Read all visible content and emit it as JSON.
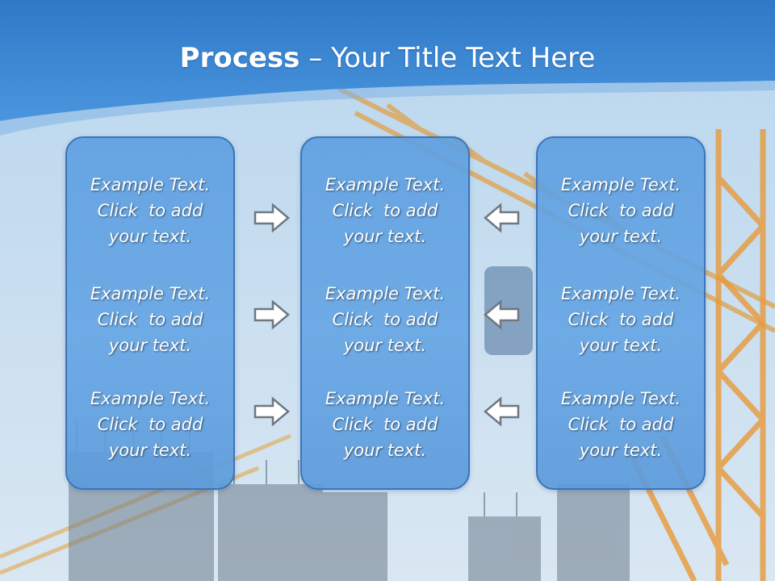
{
  "slide": {
    "title_bold": "Process",
    "title_sep": " – ",
    "title_rest": "Your Title Text Here"
  },
  "panels": [
    {
      "items": [
        {
          "line1": "Example Text.",
          "line2": "Click  to add",
          "line3": "your text."
        },
        {
          "line1": "Example Text.",
          "line2": "Click  to add",
          "line3": "your text."
        },
        {
          "line1": "Example Text.",
          "line2": "Click  to add",
          "line3": "your text."
        }
      ]
    },
    {
      "items": [
        {
          "line1": "Example Text.",
          "line2": "Click  to add",
          "line3": "your text."
        },
        {
          "line1": "Example Text.",
          "line2": "Click  to add",
          "line3": "your text."
        },
        {
          "line1": "Example Text.",
          "line2": "Click  to add",
          "line3": "your text."
        }
      ]
    },
    {
      "items": [
        {
          "line1": "Example Text.",
          "line2": "Click  to add",
          "line3": "your text."
        },
        {
          "line1": "Example Text.",
          "line2": "Click  to add",
          "line3": "your text."
        },
        {
          "line1": "Example Text.",
          "line2": "Click  to add",
          "line3": "your text."
        }
      ]
    }
  ],
  "arrows": {
    "left_column": "arrow-right-icon",
    "right_column": "arrow-left-icon"
  },
  "colors": {
    "header_blue": "#3d86d3",
    "panel_fill": "#64a5e4",
    "panel_border": "#3b74b8",
    "sky": "#c6dcee"
  }
}
